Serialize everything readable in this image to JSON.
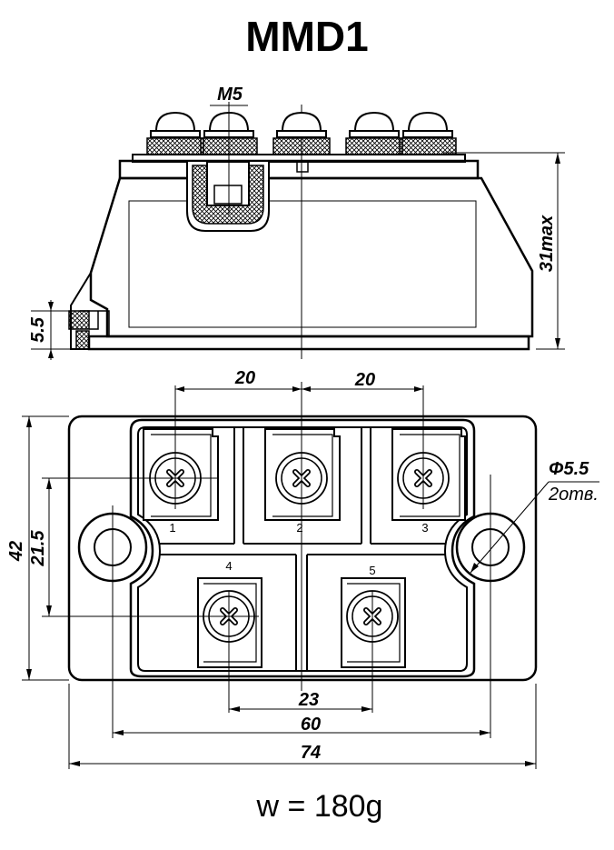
{
  "title": "MMD1",
  "weight": "w = 180g",
  "side_view": {
    "thread_label": "M5",
    "height_label": "31max",
    "base_label": "5.5"
  },
  "top_view": {
    "pitch_left": "20",
    "pitch_right": "20",
    "hole_dia": "Φ5.5",
    "hole_count": "2отв.",
    "height_overall": "42",
    "height_inner": "21.5",
    "width_inner": "23",
    "width_holes": "60",
    "width_overall": "74",
    "terminals": [
      "1",
      "2",
      "3",
      "4",
      "5"
    ]
  }
}
